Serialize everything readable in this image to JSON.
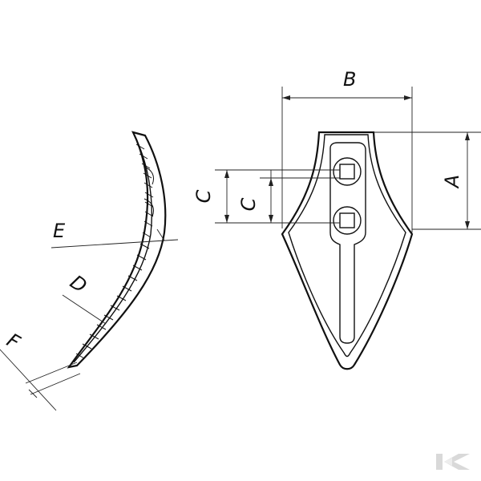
{
  "labels": {
    "A": "A",
    "B": "B",
    "C_outer": "C",
    "C_inner": "C",
    "D": "D",
    "E": "E",
    "F": "F"
  },
  "logo": {
    "icon": "kverneland-k-logo",
    "color": "#d9d9d9"
  },
  "colors": {
    "line": "#111111",
    "background": "#ffffff"
  }
}
